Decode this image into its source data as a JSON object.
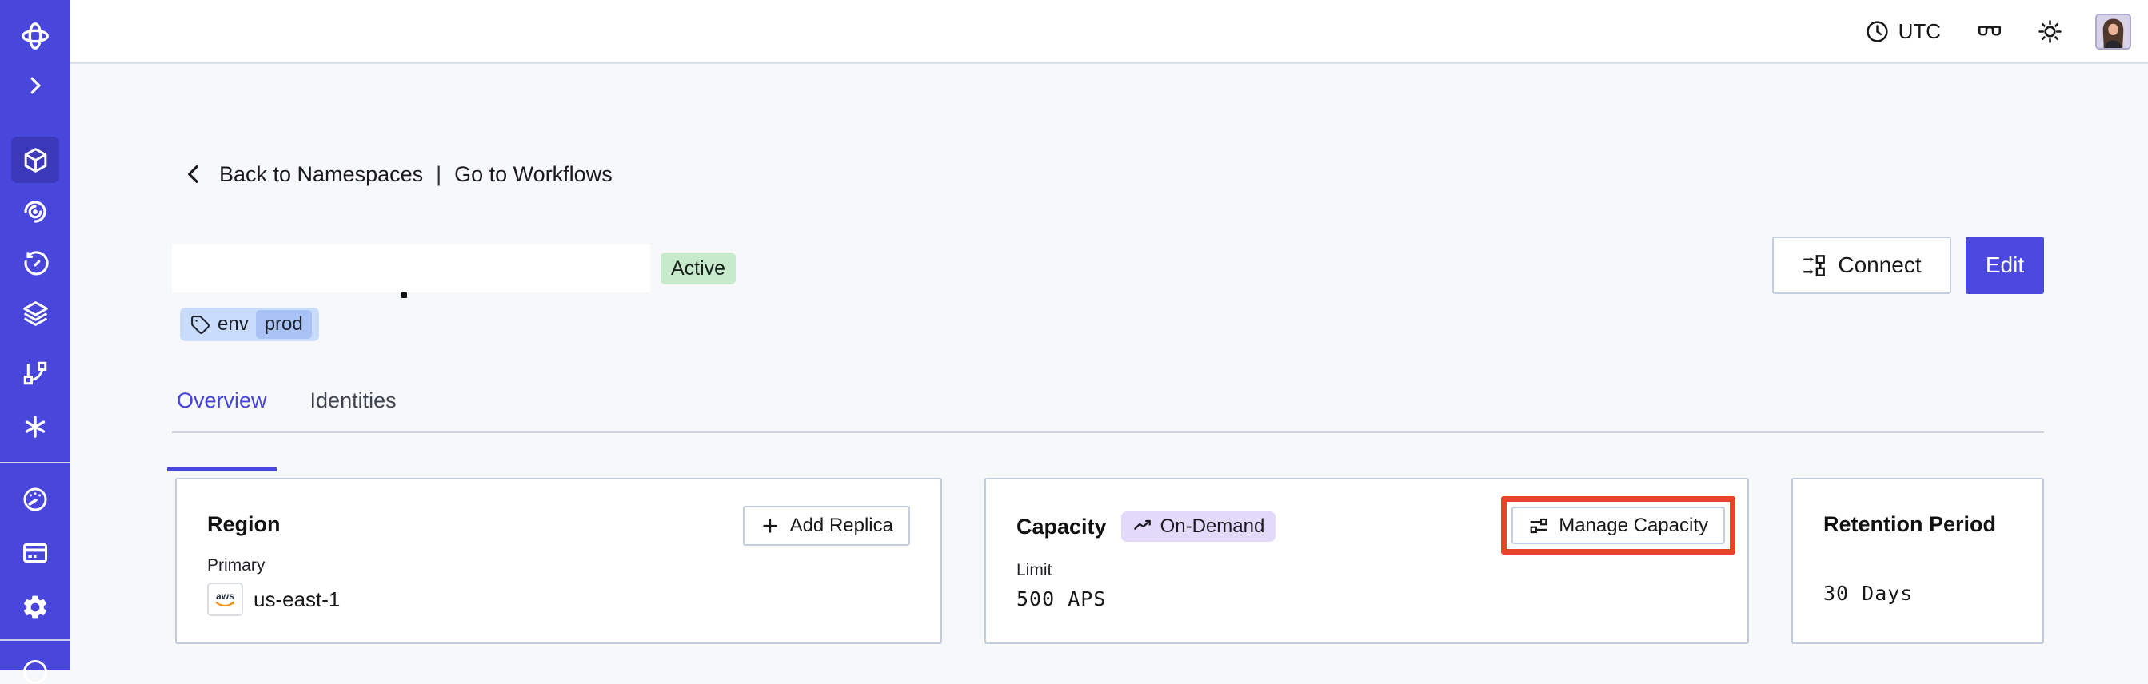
{
  "app": {
    "name": "Temporal Cloud namespace detail"
  },
  "topbar": {
    "timezone": "UTC",
    "icons": [
      "clock-icon",
      "glasses-icon",
      "sun-icon",
      "user-avatar"
    ]
  },
  "sidebar": {
    "items": [
      {
        "icon": "temporal-logo-icon",
        "active": false
      },
      {
        "icon": "expand-sidebar-chevron-icon",
        "active": false
      },
      {
        "icon": "namespaces-cube-icon",
        "active": true
      },
      {
        "icon": "workflows-spiral-icon",
        "active": false
      },
      {
        "icon": "schedules-clock-icon",
        "active": false
      },
      {
        "icon": "deployments-layers-icon",
        "active": false
      },
      {
        "icon": "nexus-branch-icon",
        "active": false
      },
      {
        "icon": "batch-asterisk-icon",
        "active": false
      },
      {
        "icon": "usage-gauge-icon",
        "active": false
      },
      {
        "icon": "billing-card-icon",
        "active": false
      },
      {
        "icon": "settings-gear-icon",
        "active": false
      },
      {
        "icon": "partial-circle-icon",
        "active": false
      }
    ]
  },
  "breadcrumb": {
    "back": "Back to Namespaces",
    "separator": "|",
    "workflows": "Go to Workflows"
  },
  "namespace": {
    "title_redacted": true,
    "status": "Active",
    "tag_key": "env",
    "tag_value": "prod"
  },
  "actions": {
    "connect": "Connect",
    "edit": "Edit"
  },
  "tabs": [
    {
      "label": "Overview",
      "active": true
    },
    {
      "label": "Identities",
      "active": false
    }
  ],
  "cards": {
    "region": {
      "title": "Region",
      "action": "Add Replica",
      "label": "Primary",
      "provider": "aws",
      "value": "us-east-1"
    },
    "capacity": {
      "title": "Capacity",
      "badge": "On-Demand",
      "action": "Manage Capacity",
      "label": "Limit",
      "value": "500 APS",
      "annotated": true
    },
    "retention": {
      "title": "Retention Period",
      "value": "30 Days"
    }
  },
  "colors": {
    "sidebar_bg": "#4946DC",
    "sidebar_active_bg": "#3B39B9",
    "accent_indigo": "#4A48DF",
    "active_badge_bg": "#C7EACD",
    "on_demand_badge_bg": "#E3D9FA",
    "tag_bg": "#CADCFB",
    "tag_chip_bg": "#A8C2F6",
    "annotation_red": "#E8432B",
    "card_border": "#C0CCDD",
    "aws_orange": "#F29111"
  }
}
